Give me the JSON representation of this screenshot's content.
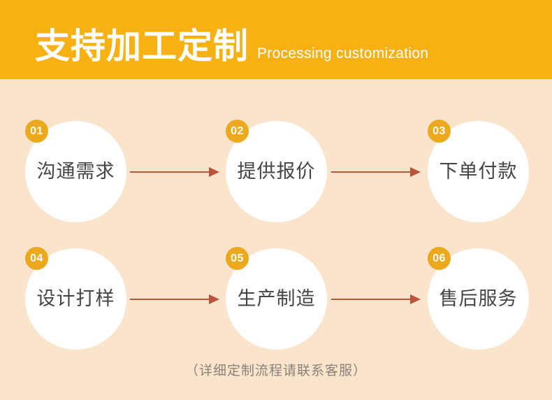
{
  "header": {
    "title": "支持加工定制",
    "subtitle": "Processing customization",
    "background_color": "#F7B113",
    "text_color": "#FFFFFF"
  },
  "page": {
    "background_color": "#FAE4CC"
  },
  "flow": {
    "circle_fill": "#FFFFFF",
    "badge_color": "#ECA91E",
    "arrow_color": "#B9563A",
    "label_color": "#454545",
    "steps": [
      {
        "number": "01",
        "label": "沟通需求"
      },
      {
        "number": "02",
        "label": "提供报价"
      },
      {
        "number": "03",
        "label": "下单付款"
      },
      {
        "number": "04",
        "label": "设计打样"
      },
      {
        "number": "05",
        "label": "生产制造"
      },
      {
        "number": "06",
        "label": "售后服务"
      }
    ]
  },
  "footer": {
    "note": "（详细定制流程请联系客服）",
    "text_color": "#8C8279"
  }
}
